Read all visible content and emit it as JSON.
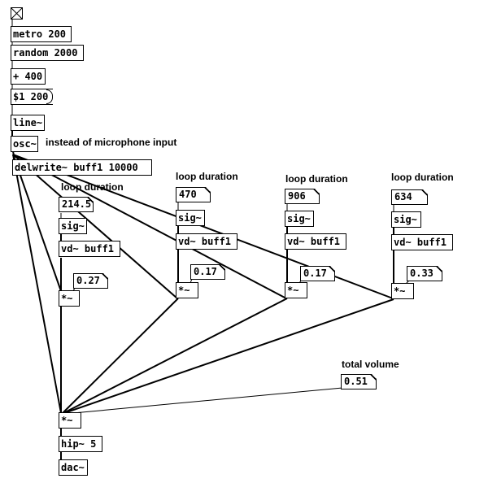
{
  "patch": {
    "bang": {
      "label": "",
      "icon": "bang-x-icon"
    },
    "metro": "metro 200",
    "random": "random 2000",
    "plus": "+ 400",
    "ramp_msg": "$1 200",
    "line": "line~",
    "osc": "osc~",
    "mic_comment": "instead of microphone input",
    "delwrite": "delwrite~ buff1 10000",
    "delay_lines": [
      {
        "comment": "loop duration",
        "duration": "214.5",
        "sig": "sig~",
        "vd": "vd~ buff1",
        "gain": "0.27",
        "mul": "*~"
      },
      {
        "comment": "loop duration",
        "duration": "470",
        "sig": "sig~",
        "vd": "vd~ buff1",
        "gain": "0.17",
        "mul": "*~"
      },
      {
        "comment": "loop duration",
        "duration": "906",
        "sig": "sig~",
        "vd": "vd~ buff1",
        "gain": "0.17",
        "mul": "*~"
      },
      {
        "comment": "loop duration",
        "duration": "634",
        "sig": "sig~",
        "vd": "vd~ buff1",
        "gain": "0.33",
        "mul": "*~"
      }
    ],
    "total_volume_comment": "total volume",
    "total_volume": "0.51",
    "master_mul": "*~",
    "hip": "hip~ 5",
    "dac": "dac~"
  }
}
